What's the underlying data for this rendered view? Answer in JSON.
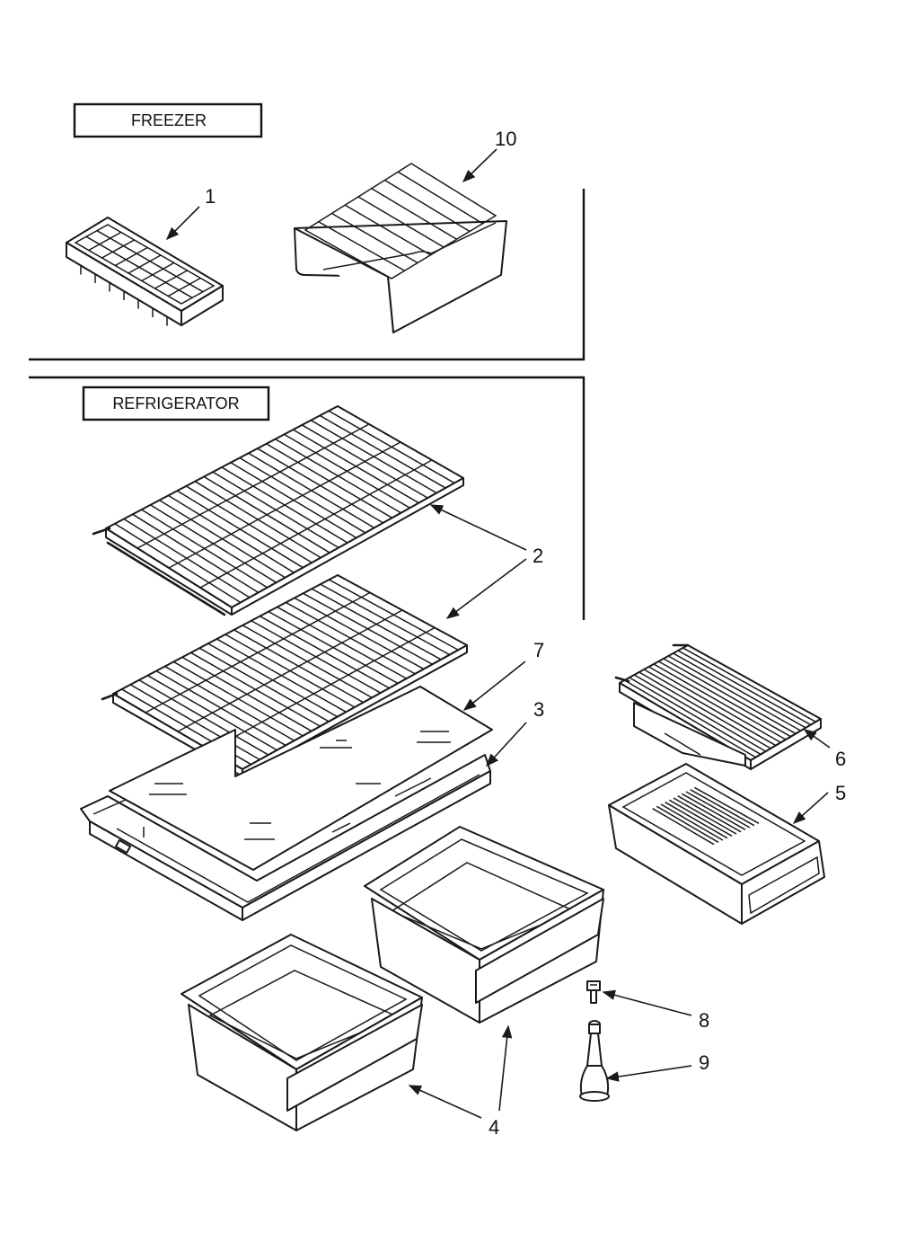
{
  "sections": {
    "freezer": {
      "label": "FREEZER"
    },
    "refrigerator": {
      "label": "REFRIGERATOR"
    }
  },
  "parts": [
    {
      "callout": "1",
      "name": "ice-cube-tray"
    },
    {
      "callout": "10",
      "name": "freezer-wire-shelf"
    },
    {
      "callout": "2",
      "name": "refrigerator-wire-shelf"
    },
    {
      "callout": "7",
      "name": "crisper-cover-glass"
    },
    {
      "callout": "3",
      "name": "crisper-cover-frame"
    },
    {
      "callout": "6",
      "name": "meat-pan-cover"
    },
    {
      "callout": "5",
      "name": "meat-pan"
    },
    {
      "callout": "8",
      "name": "leveling-screw"
    },
    {
      "callout": "9",
      "name": "leveling-leg"
    },
    {
      "callout": "4",
      "name": "crisper-pan"
    }
  ],
  "line_color": "#1a1a1a",
  "background_color": "#ffffff"
}
